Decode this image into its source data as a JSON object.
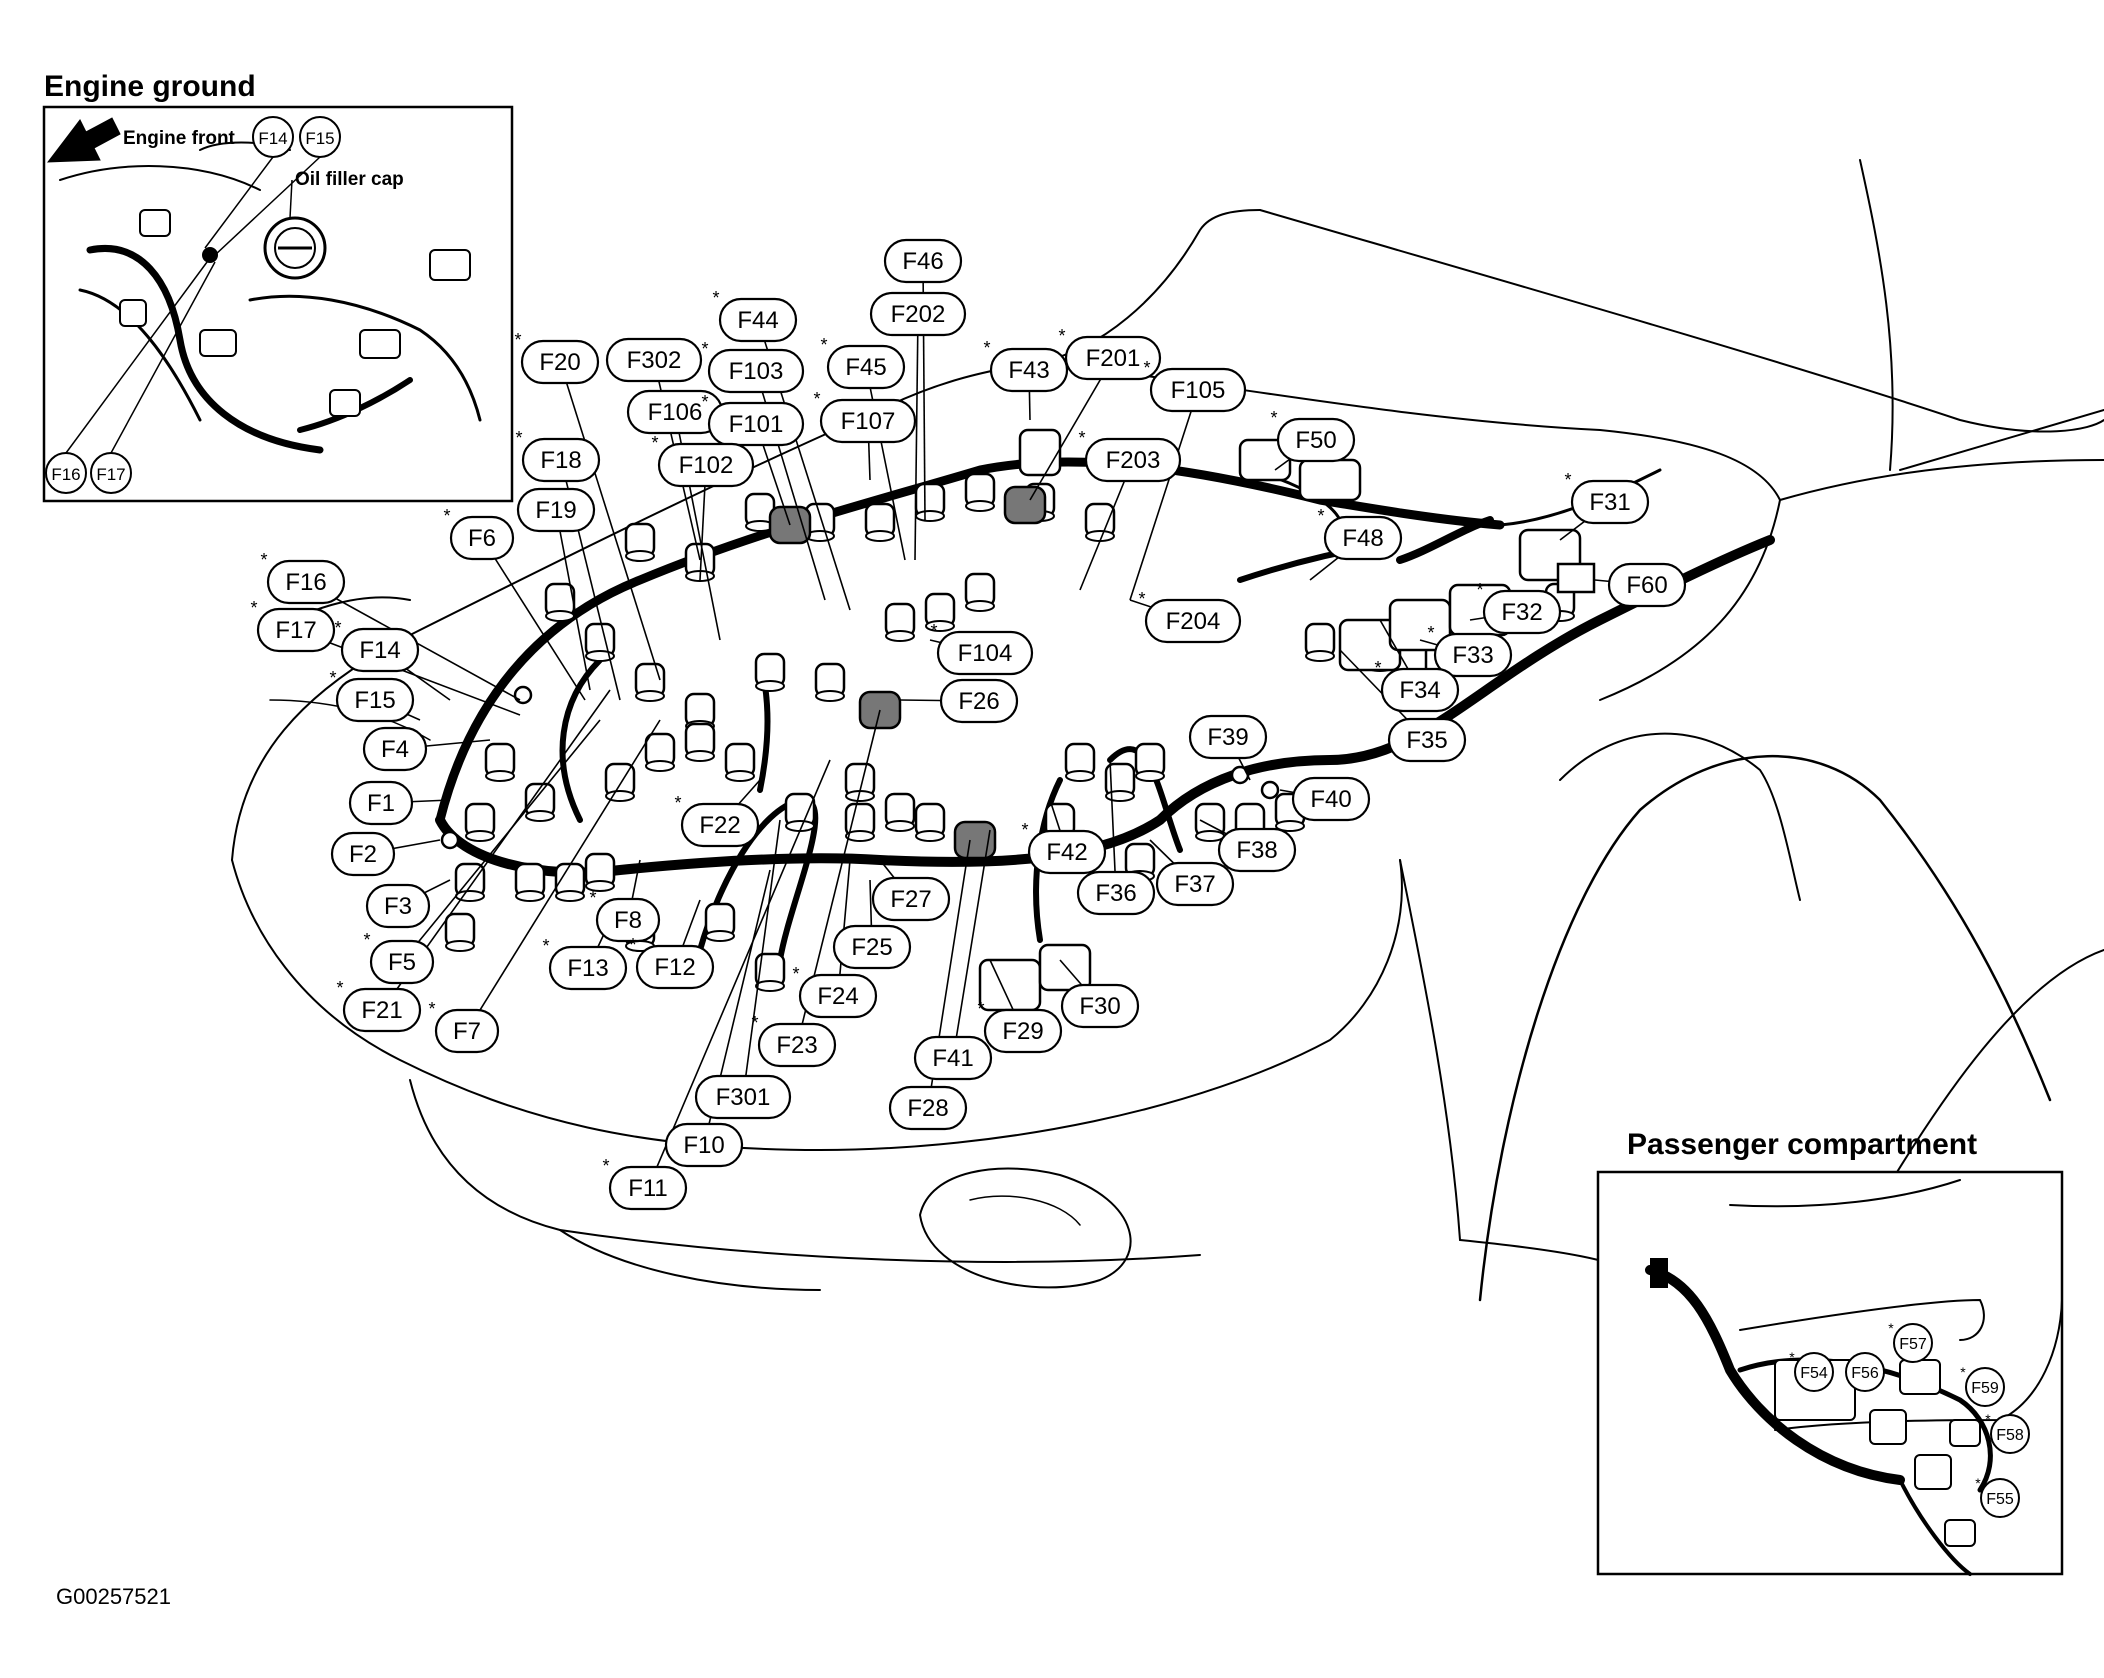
{
  "inset_engine_ground": {
    "title": "Engine ground",
    "engine_front_label": "Engine front",
    "oil_filler_label": "Oil filler cap",
    "connectors": [
      "F14",
      "F15",
      "F16",
      "F17"
    ]
  },
  "inset_passenger": {
    "title": "Passenger compartment",
    "connectors": [
      {
        "id": "F54",
        "star": true
      },
      {
        "id": "F56",
        "star": false
      },
      {
        "id": "F57",
        "star": true
      },
      {
        "id": "F59",
        "star": true
      },
      {
        "id": "F58",
        "star": true
      },
      {
        "id": "F55",
        "star": true
      }
    ]
  },
  "figure_id": "G00257521",
  "main_connectors": [
    {
      "id": "F46",
      "star": false
    },
    {
      "id": "F202",
      "star": false
    },
    {
      "id": "F44",
      "star": true
    },
    {
      "id": "F45",
      "star": true
    },
    {
      "id": "F103",
      "star": true
    },
    {
      "id": "F302",
      "star": false
    },
    {
      "id": "F20",
      "star": true
    },
    {
      "id": "F43",
      "star": true
    },
    {
      "id": "F201",
      "star": true
    },
    {
      "id": "F105",
      "star": true
    },
    {
      "id": "F107",
      "star": true
    },
    {
      "id": "F106",
      "star": false
    },
    {
      "id": "F101",
      "star": true
    },
    {
      "id": "F50",
      "star": true
    },
    {
      "id": "F203",
      "star": true
    },
    {
      "id": "F102",
      "star": true
    },
    {
      "id": "F18",
      "star": true
    },
    {
      "id": "F19",
      "star": false
    },
    {
      "id": "F31",
      "star": true
    },
    {
      "id": "F6",
      "star": true
    },
    {
      "id": "F48",
      "star": true
    },
    {
      "id": "F16",
      "star": true
    },
    {
      "id": "F60",
      "star": false
    },
    {
      "id": "F17",
      "star": true
    },
    {
      "id": "F204",
      "star": true
    },
    {
      "id": "F32",
      "star": true
    },
    {
      "id": "F14",
      "star": true
    },
    {
      "id": "F104",
      "star": true
    },
    {
      "id": "F33",
      "star": true
    },
    {
      "id": "F15",
      "star": true
    },
    {
      "id": "F34",
      "star": true
    },
    {
      "id": "F26",
      "star": false
    },
    {
      "id": "F4",
      "star": false
    },
    {
      "id": "F39",
      "star": false
    },
    {
      "id": "F35",
      "star": false
    },
    {
      "id": "F1",
      "star": false
    },
    {
      "id": "F40",
      "star": false
    },
    {
      "id": "F22",
      "star": true
    },
    {
      "id": "F2",
      "star": false
    },
    {
      "id": "F42",
      "star": true
    },
    {
      "id": "F38",
      "star": false
    },
    {
      "id": "F27",
      "star": false
    },
    {
      "id": "F36",
      "star": false
    },
    {
      "id": "F37",
      "star": false
    },
    {
      "id": "F3",
      "star": false
    },
    {
      "id": "F8",
      "star": true
    },
    {
      "id": "F25",
      "star": false
    },
    {
      "id": "F5",
      "star": true
    },
    {
      "id": "F13",
      "star": true
    },
    {
      "id": "F12",
      "star": true
    },
    {
      "id": "F24",
      "star": true
    },
    {
      "id": "F30",
      "star": false
    },
    {
      "id": "F21",
      "star": true
    },
    {
      "id": "F7",
      "star": true
    },
    {
      "id": "F29",
      "star": true
    },
    {
      "id": "F23",
      "star": true
    },
    {
      "id": "F41",
      "star": false
    },
    {
      "id": "F301",
      "star": false
    },
    {
      "id": "F28",
      "star": false
    },
    {
      "id": "F10",
      "star": false
    },
    {
      "id": "F11",
      "star": true
    }
  ]
}
